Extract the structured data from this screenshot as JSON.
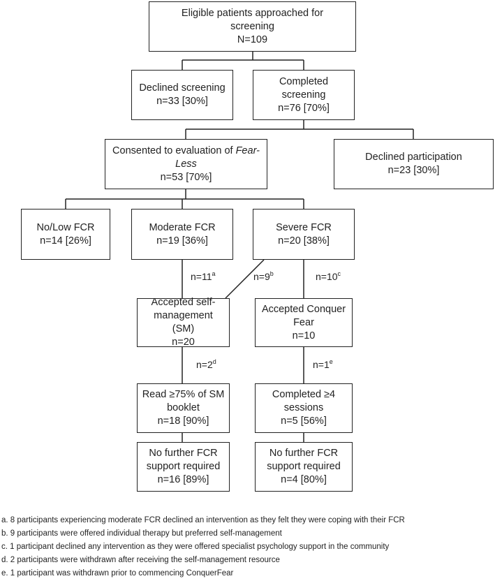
{
  "nodes": {
    "eligible": {
      "lines": [
        "Eligible patients approached for",
        "screening",
        "N=109"
      ]
    },
    "declined_screening": {
      "lines": [
        "Declined screening",
        "n=33 [30%]"
      ]
    },
    "completed_screening": {
      "lines": [
        "Completed",
        "screening",
        "n=76 [70%]"
      ]
    },
    "consented": {
      "line1": "Consented to evaluation of ",
      "line1_italic": "Fear-",
      "line2_italic": "Less",
      "line3": "n=53 [70%]"
    },
    "declined_participation": {
      "lines": [
        "Declined participation",
        "n=23 [30%]"
      ]
    },
    "no_low_fcr": {
      "lines": [
        "No/Low FCR",
        "n=14 [26%]"
      ]
    },
    "moderate_fcr": {
      "lines": [
        "Moderate FCR",
        "n=19 [36%]"
      ]
    },
    "severe_fcr": {
      "lines": [
        "Severe FCR",
        "n=20 [38%]"
      ]
    },
    "accepted_sm": {
      "lines": [
        "Accepted self-",
        "management (SM)",
        "n=20"
      ]
    },
    "accepted_cf": {
      "lines": [
        "Accepted Conquer",
        "Fear",
        "n=10"
      ]
    },
    "read_sm": {
      "lines": [
        "Read ≥75% of SM",
        "booklet",
        "n=18 [90%]"
      ]
    },
    "completed_sessions": {
      "lines": [
        "Completed ≥4",
        "sessions",
        "n=5 [56%]"
      ]
    },
    "no_further_sm": {
      "lines": [
        "No further FCR",
        "support required",
        "n=16 [89%]"
      ]
    },
    "no_further_cf": {
      "lines": [
        "No further FCR",
        "support required",
        "n=4 [80%]"
      ]
    }
  },
  "edge_labels": {
    "mod_to_sm": {
      "text": "n=11",
      "sup": "a"
    },
    "sev_to_sm": {
      "text": "n=9",
      "sup": "b"
    },
    "sev_to_cf": {
      "text": "n=10",
      "sup": "c"
    },
    "sm_to_read": {
      "text": "n=2",
      "sup": "d"
    },
    "cf_to_completed": {
      "text": "n=1",
      "sup": "e"
    }
  },
  "footnotes": [
    "a. 8 participants experiencing moderate FCR declined an intervention as they felt they were coping with their FCR",
    "b. 9 participants were offered individual therapy but preferred self-management",
    "c. 1 participant declined any intervention as they were offered specialist psychology support in the community",
    "d. 2 participants were withdrawn after receiving the self-management resource",
    "e. 1 participant was withdrawn prior to commencing ConquerFear"
  ]
}
